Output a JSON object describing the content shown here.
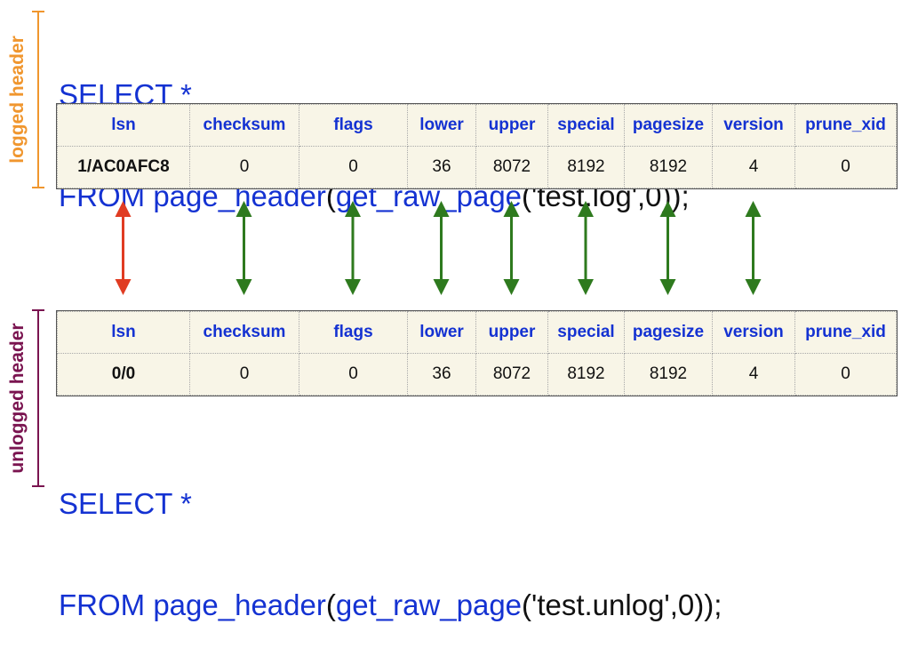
{
  "top_query": {
    "line1": "SELECT *",
    "line2_kw": "FROM",
    "line2_fn1": "page_header",
    "line2_paren1": "(",
    "line2_fn2": "get_raw_page",
    "line2_args": "('test.log',0));"
  },
  "bottom_query": {
    "line1": "SELECT *",
    "line2_kw": "FROM",
    "line2_fn1": "page_header",
    "line2_paren1": "(",
    "line2_fn2": "get_raw_page",
    "line2_args": "('test.unlog',0));"
  },
  "labels": {
    "logged": "logged header",
    "unlogged": "unlogged header"
  },
  "colors": {
    "logged_bracket": "#f0962e",
    "unlogged_bracket": "#7a1450",
    "arrow_diff": "#e03c22",
    "arrow_same": "#2e7a1e",
    "keyword_blue": "#1432d2"
  },
  "columns": [
    "lsn",
    "checksum",
    "flags",
    "lower",
    "upper",
    "special",
    "pagesize",
    "version",
    "prune_xid"
  ],
  "logged_row": [
    "1/AC0AFC8",
    "0",
    "0",
    "36",
    "8072",
    "8192",
    "8192",
    "4",
    "0"
  ],
  "unlogged_row": [
    "0/0",
    "0",
    "0",
    "36",
    "8072",
    "8192",
    "8192",
    "4",
    "0"
  ],
  "arrows": [
    "diff",
    "same",
    "same",
    "same",
    "same",
    "same",
    "same",
    "same"
  ]
}
